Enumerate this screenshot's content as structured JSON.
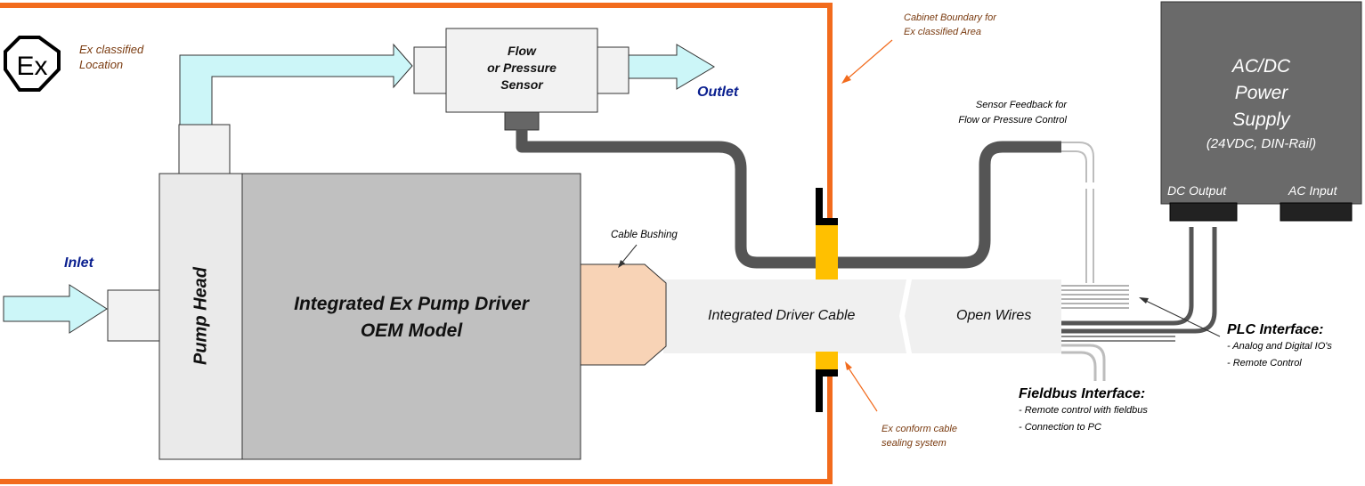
{
  "ex_logo": {
    "symbol": "Ex"
  },
  "labels": {
    "ex_location": [
      "Ex classified",
      "Location"
    ],
    "cabinet_boundary": [
      "Cabinet Boundary for",
      "Ex classified Area"
    ],
    "sensor": [
      "Flow",
      "or Pressure",
      "Sensor"
    ],
    "outlet": "Outlet",
    "inlet": "Inlet",
    "pump_head": "Pump Head",
    "pump_driver": [
      "Integrated Ex Pump Driver",
      "OEM Model"
    ],
    "cable_bushing": "Cable Bushing",
    "driver_cable": "Integrated Driver Cable",
    "open_wires": "Open Wires",
    "sensor_feedback": [
      "Sensor Feedback for",
      "Flow or Pressure Control"
    ],
    "sealing": [
      "Ex conform cable",
      "sealing system"
    ]
  },
  "psu": {
    "title": [
      "AC/DC",
      "Power",
      "Supply"
    ],
    "spec": "(24VDC, DIN-Rail)",
    "dc_output": "DC Output",
    "ac_input": "AC Input"
  },
  "plc": {
    "title": "PLC Interface:",
    "items": [
      "- Analog and Digital IO's",
      "- Remote Control"
    ]
  },
  "fieldbus": {
    "title": "Fieldbus Interface:",
    "items": [
      "- Remote control with fieldbus",
      "- Connection to PC"
    ]
  },
  "colors": {
    "boundary": "#f26b1d",
    "fluid": "#ccf6f8",
    "pump_driver": "#c0c0c0",
    "pump_head": "#eaeaea",
    "bushing": "#f8d3b6",
    "cable": "#f0f0f0",
    "sensor_cable": "#555555",
    "seal": "#ffc000",
    "psu": "#6a6a6a"
  }
}
